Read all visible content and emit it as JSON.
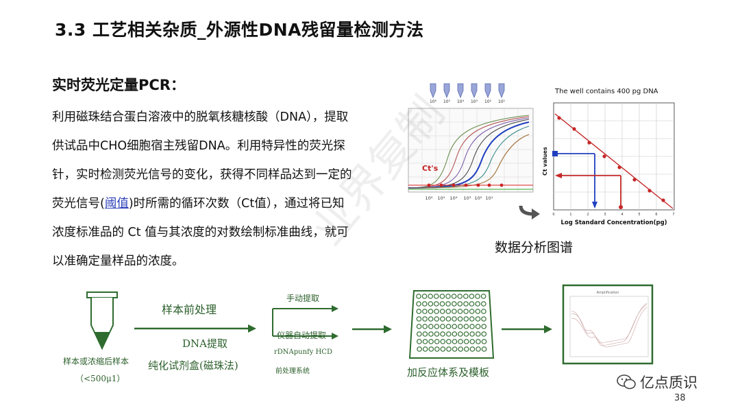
{
  "slide": {
    "title": "3.3 工艺相关杂质_外源性DNA残留量检测方法",
    "subtitle": "实时荧光定量PCR：",
    "paragraph": {
      "line1": "利用磁珠结合蛋白溶液中的脱氧核糖核酸（DNA），提取",
      "line2": "供试品中CHO细胞宿主残留DNA。利用特异性的荧光探",
      "line3": "针，实时检测荧光信号的变化，获得不同样品达到一定的",
      "line4_pre": "荧光信号(",
      "line4_link": "阈值",
      "line4_post": ")时所需的循环次数（Ct值），通过将已知",
      "line5": "浓度标准品的 Ct 值与其浓度的对数绘制标准曲线，就可",
      "line6": "以准确定量样品的浓度。"
    },
    "figure_caption": "数据分析图谱",
    "page_number": "38",
    "logo_text": "亿点质识",
    "accent_color": "#3a7d3a"
  },
  "amplification_plot": {
    "ct_label": "Ct's",
    "tube_labels": [
      "10⁶",
      "10⁵",
      "10⁴",
      "10³",
      "10²",
      "10¹"
    ],
    "x_labels": [
      "10⁶",
      "10⁵",
      "10⁴",
      "10³",
      "10²",
      "10¹"
    ]
  },
  "standard_curve": {
    "title": "The well contains 400 pg DNA",
    "ylabel": "Ct values",
    "xlabel": "Log Standard Concentration(pg)",
    "x_ticks": [
      "0",
      "1",
      "2",
      "3",
      "4",
      "5",
      "6",
      "7"
    ]
  },
  "workflow": {
    "tube_label": "样本或浓缩后样本",
    "tube_volume": "（<500μ1）",
    "step1_top": "样本前处理",
    "step1_bottom1": "DNA提取",
    "step1_bottom2": "纯化试剂盒(磁珠法)",
    "manual": "手动提取",
    "instrument": "仪器自动提取",
    "instrument_name": "rDNApunfy HCD",
    "instrument_sys": "前处理系统",
    "plate_label": "加反应体系及模板",
    "screen_title": "Amplification"
  }
}
